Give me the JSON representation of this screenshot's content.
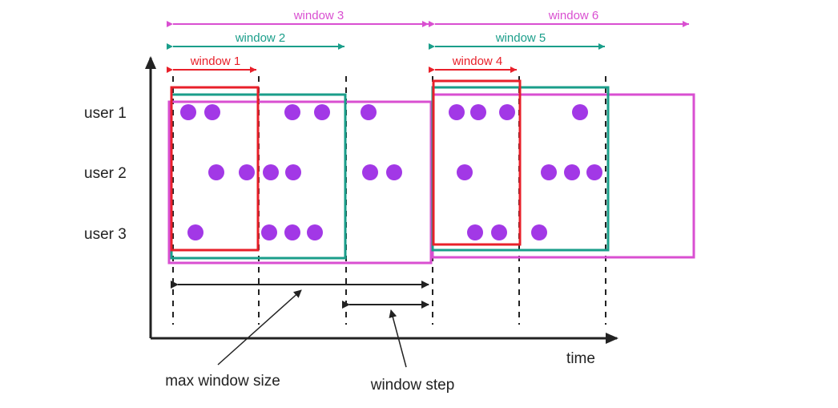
{
  "colors": {
    "window_1": "#e8202a",
    "window_2": "#1a9e8a",
    "window_3": "#d94fd1",
    "window_4": "#e8202a",
    "window_5": "#1a9e8a",
    "window_6": "#d94fd1",
    "dot": "#a238e6",
    "axis": "#222222"
  },
  "windows": {
    "window_1": "window 1",
    "window_2": "window 2",
    "window_3": "window 3",
    "window_4": "window 4",
    "window_5": "window 5",
    "window_6": "window 6"
  },
  "rows": {
    "user_1": "user 1",
    "user_2": "user 2",
    "user_3": "user 3"
  },
  "axis": {
    "x_label": "time"
  },
  "annotations": {
    "max_window_size": "max window size",
    "window_step": "window step"
  }
}
